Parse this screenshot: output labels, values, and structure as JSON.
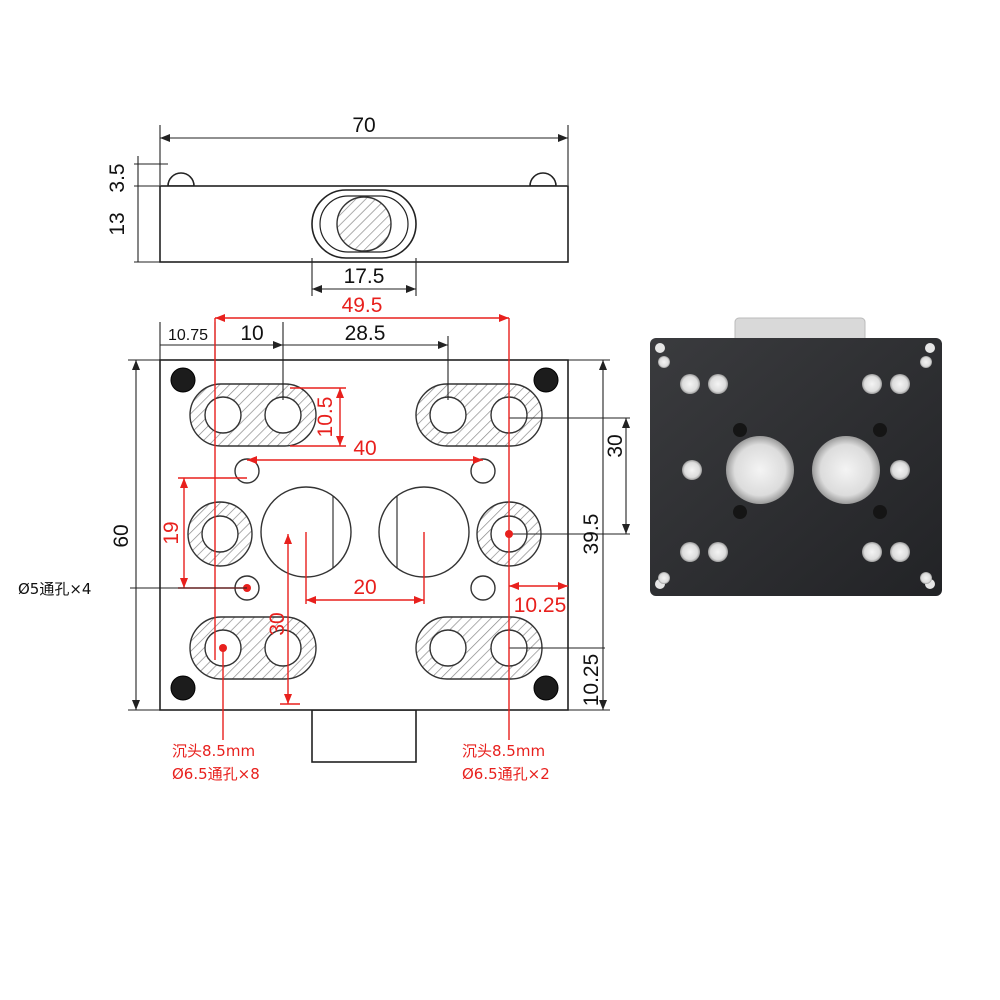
{
  "side_view": {
    "width_label": "70",
    "height_label": "13",
    "step_label": "3.5",
    "shaft_label": "17.5"
  },
  "front_view": {
    "dim_49_5": "49.5",
    "dim_10_75": "10.75",
    "dim_10": "10",
    "dim_28_5": "28.5",
    "dim_10_5": "10.5",
    "dim_40": "40",
    "dim_60": "60",
    "dim_19": "19",
    "dim_30_v": "30",
    "dim_20": "20",
    "dim_30_r": "30",
    "dim_39_5": "39.5",
    "dim_10_25_h": "10.25",
    "dim_10_25_v": "10.25"
  },
  "notes": {
    "through_hole_5": "Ø5通孔×4",
    "counterbore_left": "沉头8.5mm",
    "through_hole_left": "Ø6.5通孔×8",
    "counterbore_right": "沉头8.5mm",
    "through_hole_right": "Ø6.5通孔×2"
  },
  "colors": {
    "dimension_red": "#e8201d",
    "line_black": "#222222",
    "plate_photo": "#2b2c2e"
  }
}
